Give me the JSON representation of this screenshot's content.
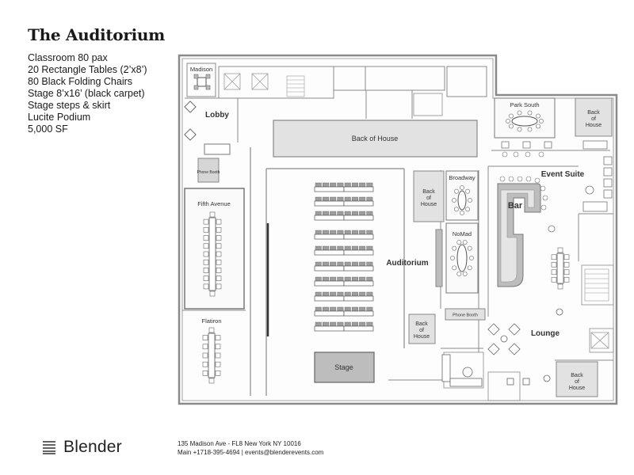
{
  "title": "The Auditorium",
  "specs": [
    "Classroom 80 pax",
    "20 Rectangle Tables (2’x8’)",
    "80 Black Folding Chairs",
    "Stage 8’x16’ (black carpet)",
    "Stage steps & skirt",
    "Lucite Podium",
    "5,000 SF"
  ],
  "rooms": {
    "madison": "Madison",
    "lobby": "Lobby",
    "phone_booth_left": "Phone Booth",
    "fifth_avenue": "Fifth Avenue",
    "flatiron": "Flatiron",
    "back_of_house_top": "Back of House",
    "back_of_house_mid": [
      "Back",
      "of",
      "House"
    ],
    "broadway": "Broadway",
    "nomad": "NoMad",
    "auditorium": "Auditorium",
    "phone_booth_center": "Phone Booth",
    "back_of_house_low": [
      "Back",
      "of",
      "House"
    ],
    "stage": "Stage",
    "park_south": "Park South",
    "back_of_house_tr": [
      "Back",
      "of",
      "House"
    ],
    "event_suite": "Event Suite",
    "bar": "Bar",
    "lounge": "Lounge",
    "back_of_house_br": [
      "Back",
      "of",
      "House"
    ]
  },
  "footer": {
    "brand": "Blender",
    "address": "135 Madison Ave - FL8 New York NY 10016",
    "contact": "Main +1718-395-4694 | events@blenderevents.com"
  },
  "icons": {
    "brand_logo": "stacked-lines-logo"
  }
}
